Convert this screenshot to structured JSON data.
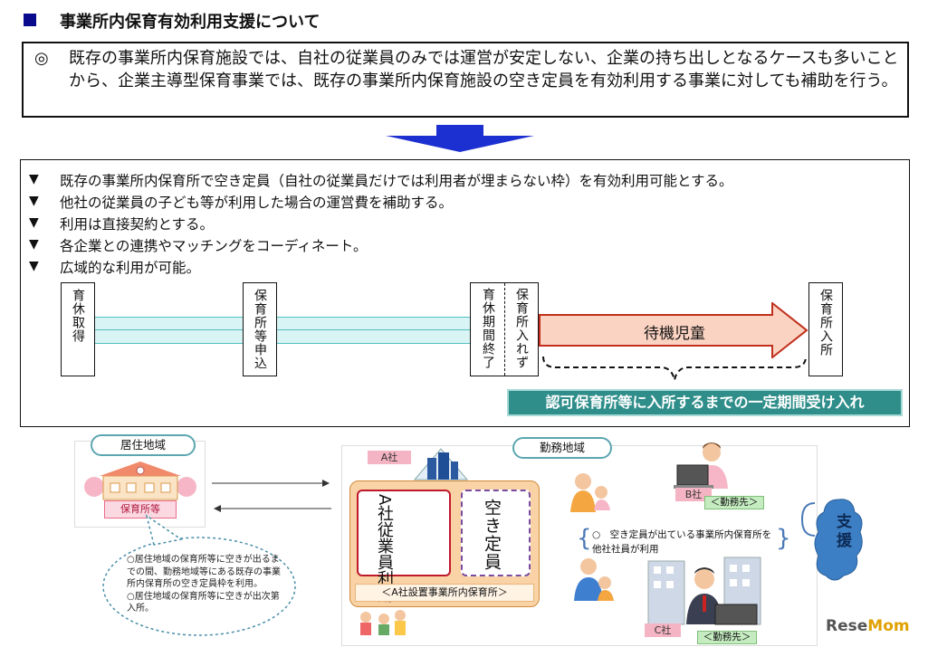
{
  "title": "事業所内保育有効利用支援について",
  "summary": {
    "mark": "◎",
    "text": "既存の事業所内保育施設では、自社の従業員のみでは運営が安定しない、企業の持ち出しとなるケースも多いことから、企業主導型保育事業では、既存の事業所内保育施設の空き定員を有効利用する事業に対しても補助を行う。"
  },
  "bullets": {
    "mark": "▼",
    "items": [
      "既存の事業所内保育所で空き定員（自社の従業員だけでは利用者が埋まらない枠）を有効利用可能とする。",
      "他社の従業員の子ども等が利用した場合の運営費を補助する。",
      "利用は直接契約とする。",
      "各企業との連携やマッチングをコーディネート。",
      "広域的な利用が可能。"
    ]
  },
  "timeline": {
    "childcare_leave": "育休取得",
    "nursery_application": "保育所等申込",
    "leave_end": "育休期間終了",
    "not_admitted": "保育所入れず",
    "waiting_children": "待機児童",
    "admission": "保育所入所",
    "temporary_acceptance": "認可保育所等に入所するまでの一定期間受け入れ"
  },
  "diagram": {
    "residence_area": "居住地域",
    "work_area": "勤務地域",
    "nursery": "保育所等",
    "company_a": "A社",
    "company_b": "B社",
    "company_c": "C社",
    "workplace": "＜勤務先＞",
    "a_employees_use": "A社従業員利用",
    "vacancy": "空き定員",
    "a_facility": "＜A社設置事業所内保育所＞",
    "other_company_use": "○　空き定員が出ている事業所内保育所を他社社員が利用",
    "support": "支援",
    "bubble": [
      "○居住地域の保育所等に空きが出るまでの間、勤務地域等にある既存の事業所内保育所の空き定員枠を利用。",
      "○居住地域の保育所等に空きが出次第入所。"
    ]
  },
  "logo": {
    "part1": "Rese",
    "part2": "Mom"
  },
  "colors": {
    "title_bullet": "#0a0a8c",
    "arrow_blue": "#1c2fd0",
    "cyan_bar": "#d8f4f4",
    "waiting_arrow": "#fbd3c2",
    "waiting_border": "#c0301c",
    "accept_box": "#2f8e8a"
  }
}
